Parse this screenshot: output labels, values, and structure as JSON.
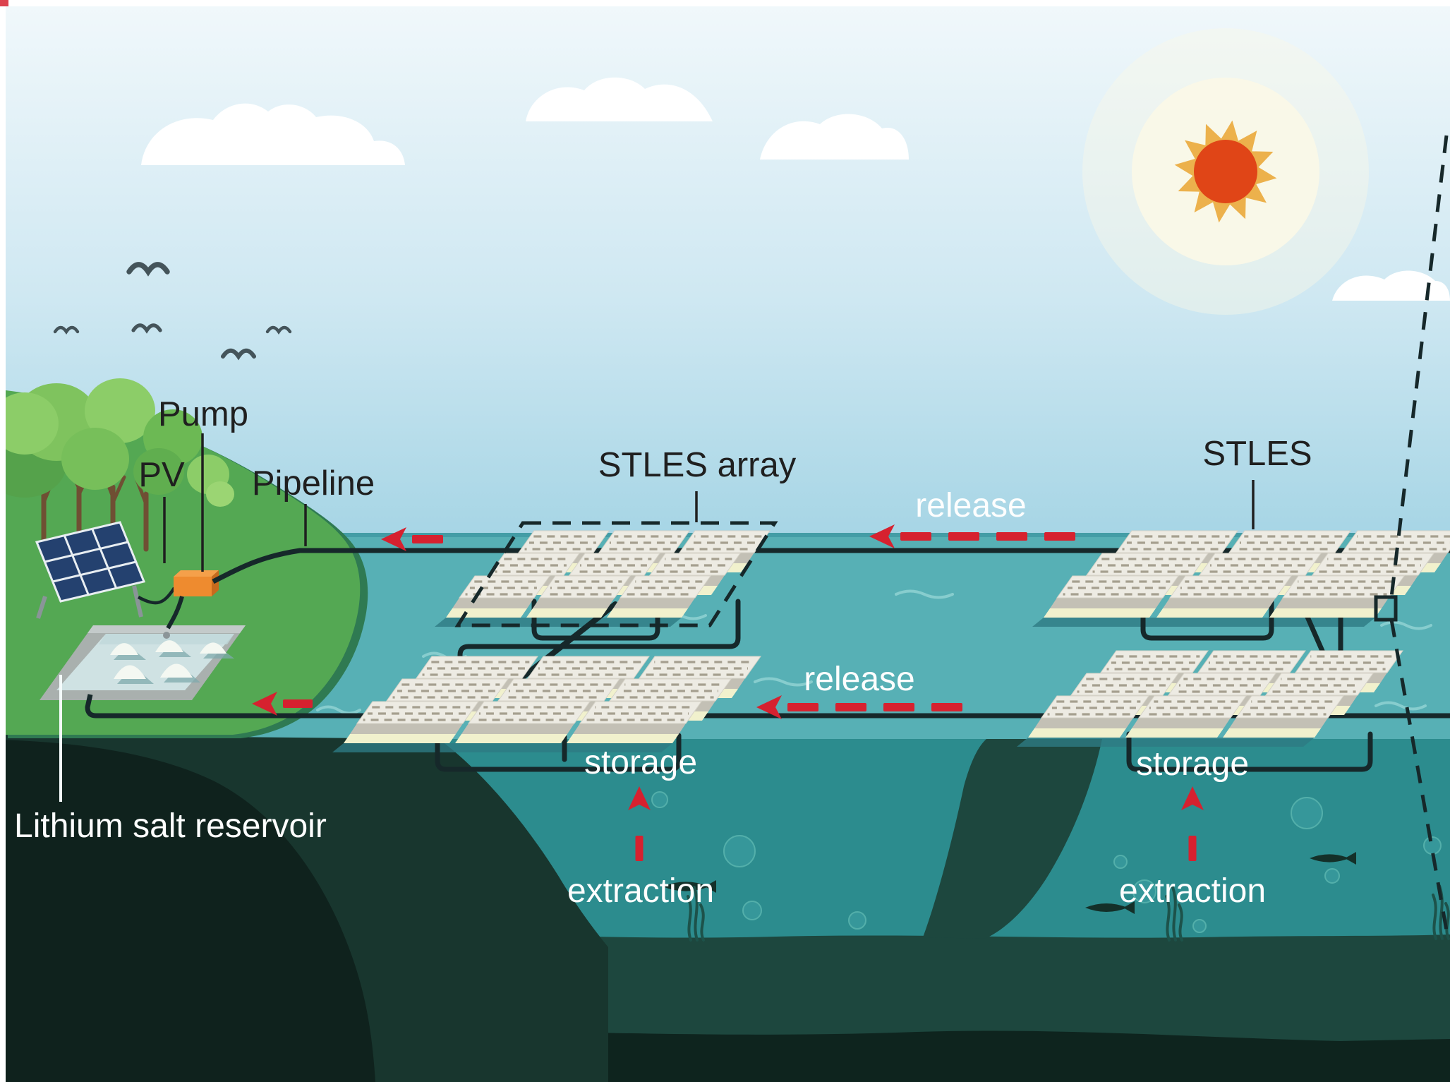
{
  "figure": {
    "type": "scientific-illustration",
    "scene": "coastal solar thermal lithium extraction system with floating panel arrays on the sea"
  },
  "labels": {
    "pump": "Pump",
    "pv": "PV",
    "pipeline": "Pipeline",
    "stles_array": "STLES array",
    "stles": "STLES",
    "release_top": "release",
    "release_bottom": "release",
    "storage_left": "storage",
    "storage_right": "storage",
    "extraction_left": "extraction",
    "extraction_right": "extraction",
    "reservoir": "Lithium salt reservoir"
  },
  "icons": [
    "sun-icon",
    "cloud-icon",
    "bird-icon",
    "solar-panel-icon",
    "pump-icon",
    "pipeline-icon",
    "salt-pile-icon",
    "stles-float-icon",
    "release-arrow-icon",
    "extraction-arrow-icon",
    "fish-icon",
    "bubble-icon",
    "seaweed-icon",
    "callout-box-icon"
  ],
  "colors": {
    "sky_top": "#f1f8fb",
    "sky_bottom": "#a6d5e5",
    "water": "#57b0b5",
    "waterline": "#3f9aa3",
    "water_mid": "#2c8c8e",
    "water_deep_band": "#1d473e",
    "water_bottom": "#0e241e",
    "slope_dark": "#18362e",
    "slope_darkest": "#0f221d",
    "land_green": "#54a853",
    "land_rim": "#2f7a52",
    "tree_light": "#7fc35e",
    "tree_mid": "#6cb954",
    "tree_dark": "#55a24b",
    "trunk": "#6f4f33",
    "panel_top": "#edebe3",
    "panel_front": "#c3c0b5",
    "panel_base": "#f1f1cd",
    "panel_dash": "#a59f8f",
    "pipe": "#16282a",
    "red": "#d6212f",
    "sun_core": "#e04517",
    "sun_ray": "#ecb14c",
    "halo": "#faf8e7",
    "cloud": "#ffffff",
    "pv_blue": "#24416f",
    "pv_grid": "#e8eef2",
    "pump_orange": "#ee8b2f",
    "pump_dark": "#c76a1d",
    "pump_light": "#f5a04a",
    "pool_rim": "#a9b0ae",
    "pool_water": "#cfe2e3",
    "salt": "#f4f8f2",
    "salt_shadow": "#7fa9ac",
    "bubble": "#38999c",
    "fish": "#143029",
    "wave": "#8fd2d2",
    "shadow_under": "#2e7b83",
    "bird": "#44545a",
    "text_dark": "#1f1f1f",
    "text_light": "#fdfefe"
  }
}
